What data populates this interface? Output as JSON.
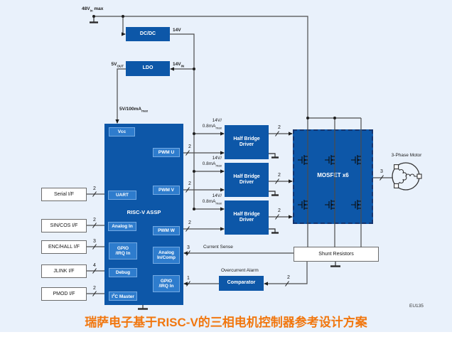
{
  "title_caption": "瑞萨电子基于RISC-V的三相电机控制器参考设计方案",
  "figure_code": "EU135",
  "colors": {
    "background": "#e9f1fb",
    "block_blue": "#0d57a8",
    "subblock_blue": "#2e7ccd",
    "wire": "#4d4d4d",
    "caption_orange": "#f1770f"
  },
  "power": {
    "input_rail": {
      "main": "48V",
      "sub": "in",
      "suffix": " max"
    },
    "dcdc": "DC/DC",
    "dcdc_out": "14V",
    "ldo": "LDO",
    "ldo_out": {
      "main": "5V",
      "sub": "OUT"
    },
    "ldo_in": {
      "main": "14V",
      "sub": "IN"
    },
    "mcu_supply": {
      "main": "5V/100mA",
      "sub": "max"
    },
    "driver_supply": {
      "line1": "14V/",
      "line2": "0.8mA",
      "line2_sub": "max"
    }
  },
  "mcu": {
    "title": "RISC-V ASSP",
    "blocks": {
      "vcc": "Vcc",
      "uart": "UART",
      "analog_in": "Analog In",
      "gpio_irq": {
        "line1": "GPIO",
        "line2": "/IRQ In"
      },
      "debug": "Debug",
      "i2c": {
        "pre": "I",
        "sup": "2",
        "post": "C Master"
      },
      "pwm_u": "PWM U",
      "pwm_v": "PWM V",
      "pwm_w": "PWM W",
      "analog_incomp": {
        "line1": "Analog",
        "line2": "In/Comp"
      },
      "gpio_irq2": {
        "line1": "GPIO",
        "line2": "/IRQ In"
      }
    }
  },
  "interfaces": [
    {
      "label": "Serial I/F",
      "bus": "2"
    },
    {
      "label": "SIN/COS I/F",
      "bus": "2"
    },
    {
      "label": "ENC/HALL I/F",
      "bus": "3"
    },
    {
      "label": "JLINK I/F",
      "bus": "4"
    },
    {
      "label": "PMOD I/F",
      "bus": "2"
    }
  ],
  "drivers": {
    "label_line1": "Half Bridge",
    "label_line2": "Driver",
    "pwm_bus": "2",
    "gate_bus": "2"
  },
  "inverter": {
    "mosfet_label": "MOSFET x6",
    "motor_label": "3-Phase Motor",
    "motor_bus": "3"
  },
  "sensing": {
    "shunt_label": "Shunt Resistors",
    "current_sense_label": "Current Sense",
    "current_sense_bus": "3",
    "comparator_label": "Comparator",
    "overcurrent_label": "Overcurrent Alarm",
    "alarm_bus": "1",
    "shunt_bus": "2"
  }
}
